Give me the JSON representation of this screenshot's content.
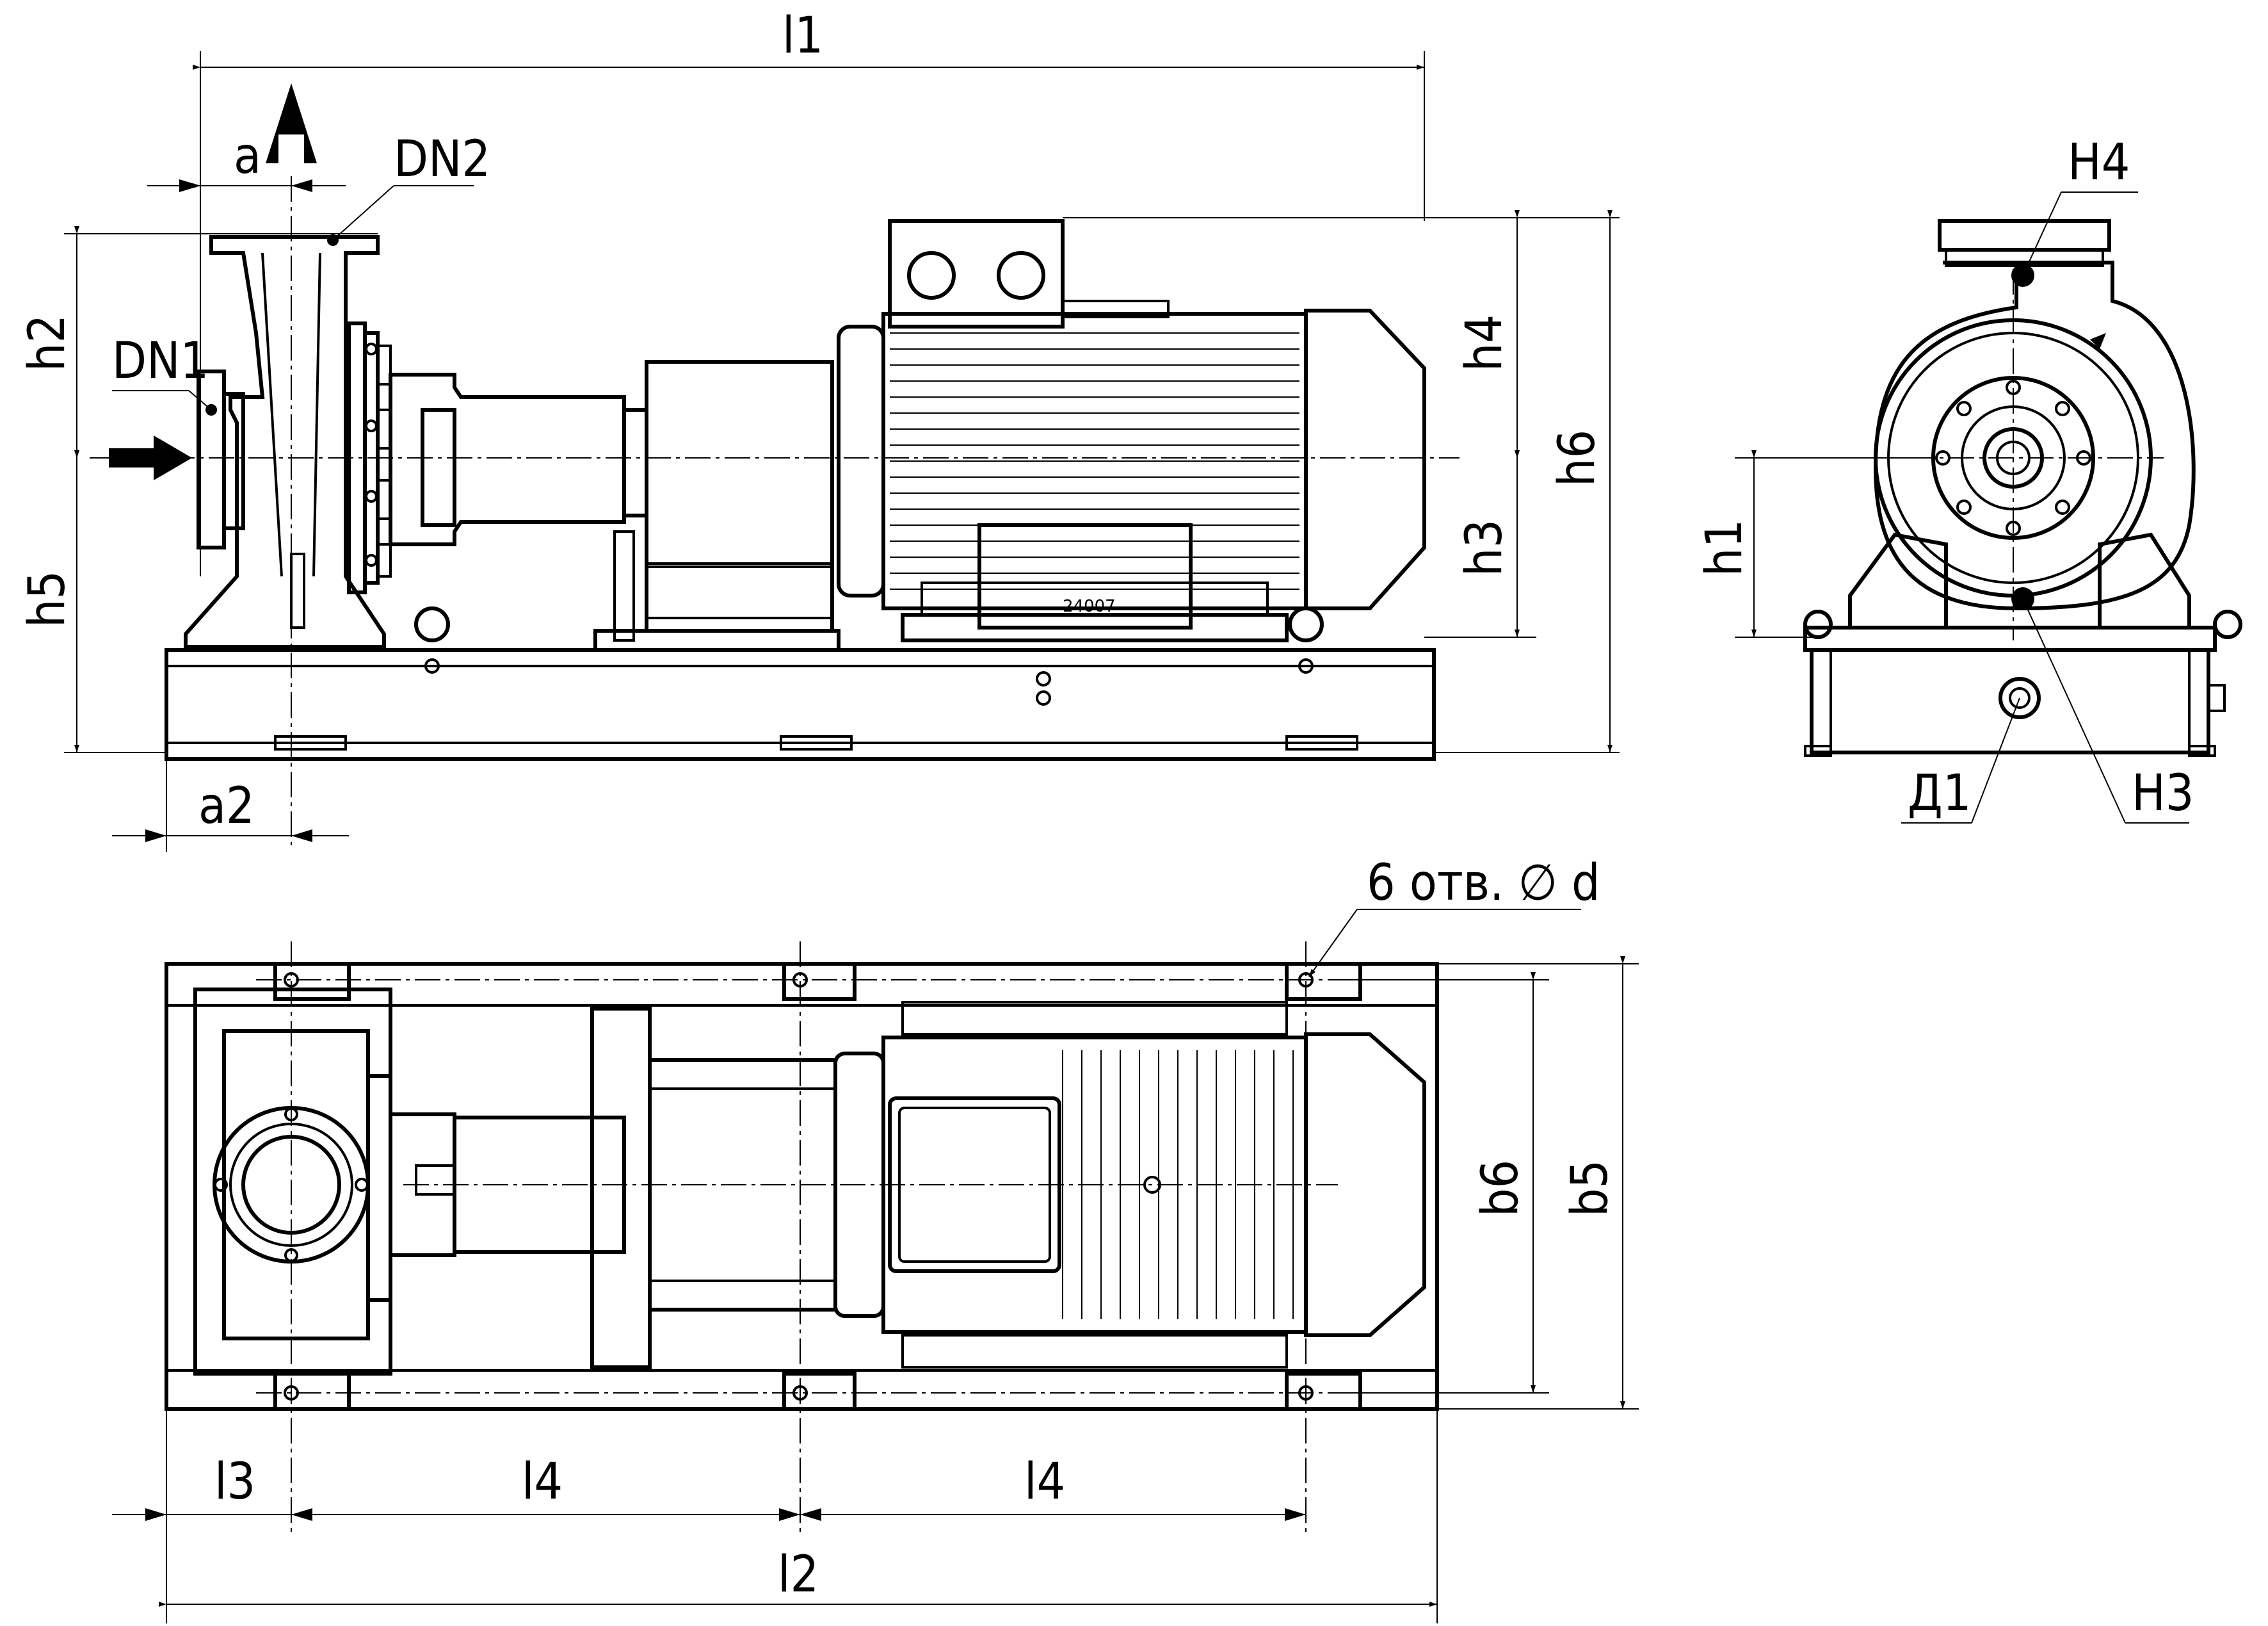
{
  "labels": {
    "l1": "l1",
    "a": "a",
    "DN2": "DN2",
    "DN1": "DN1",
    "h2": "h2",
    "h5": "h5",
    "h4": "h4",
    "h3": "h3",
    "h6": "h6",
    "a2": "a2",
    "H4": "H4",
    "h1": "h1",
    "D1": "Д1",
    "H3": "H3",
    "holes": "6 отв. ∅ d",
    "b6": "b6",
    "b5": "b5",
    "l3": "l3",
    "l4_left": "l4",
    "l4_right": "l4",
    "l2": "l2",
    "motor_plate": "24007"
  }
}
